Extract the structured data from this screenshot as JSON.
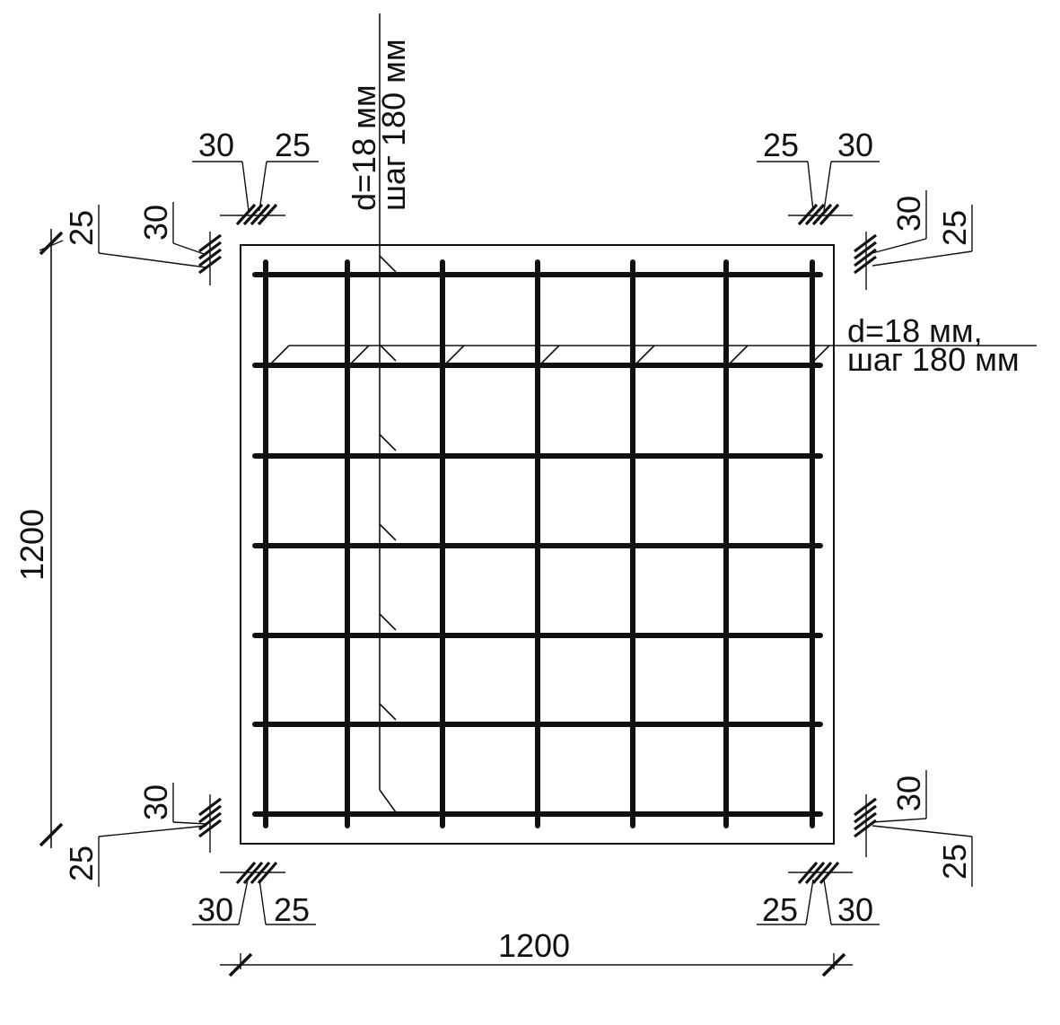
{
  "dims": {
    "overall_width": "1200",
    "overall_height": "1200"
  },
  "callouts": {
    "vertical_bars": {
      "diameter": "d=18 мм",
      "spacing": "шаг 180 мм"
    },
    "horizontal_bars": {
      "diameter": "d=18 мм,",
      "spacing": "шаг 180 мм"
    }
  },
  "corners": {
    "top_left": {
      "cover_a": "30",
      "cover_b": "25",
      "side_a": "25",
      "side_b": "30"
    },
    "top_right": {
      "cover_a": "25",
      "cover_b": "30",
      "side_a": "30",
      "side_b": "25"
    },
    "bottom_left": {
      "cover_a": "30",
      "cover_b": "25",
      "side_a": "30",
      "side_b": "25"
    },
    "bottom_right": {
      "cover_a": "25",
      "cover_b": "30",
      "side_a": "30",
      "side_b": "25"
    }
  },
  "colors": {
    "ink": "#111111",
    "background": "#ffffff"
  }
}
